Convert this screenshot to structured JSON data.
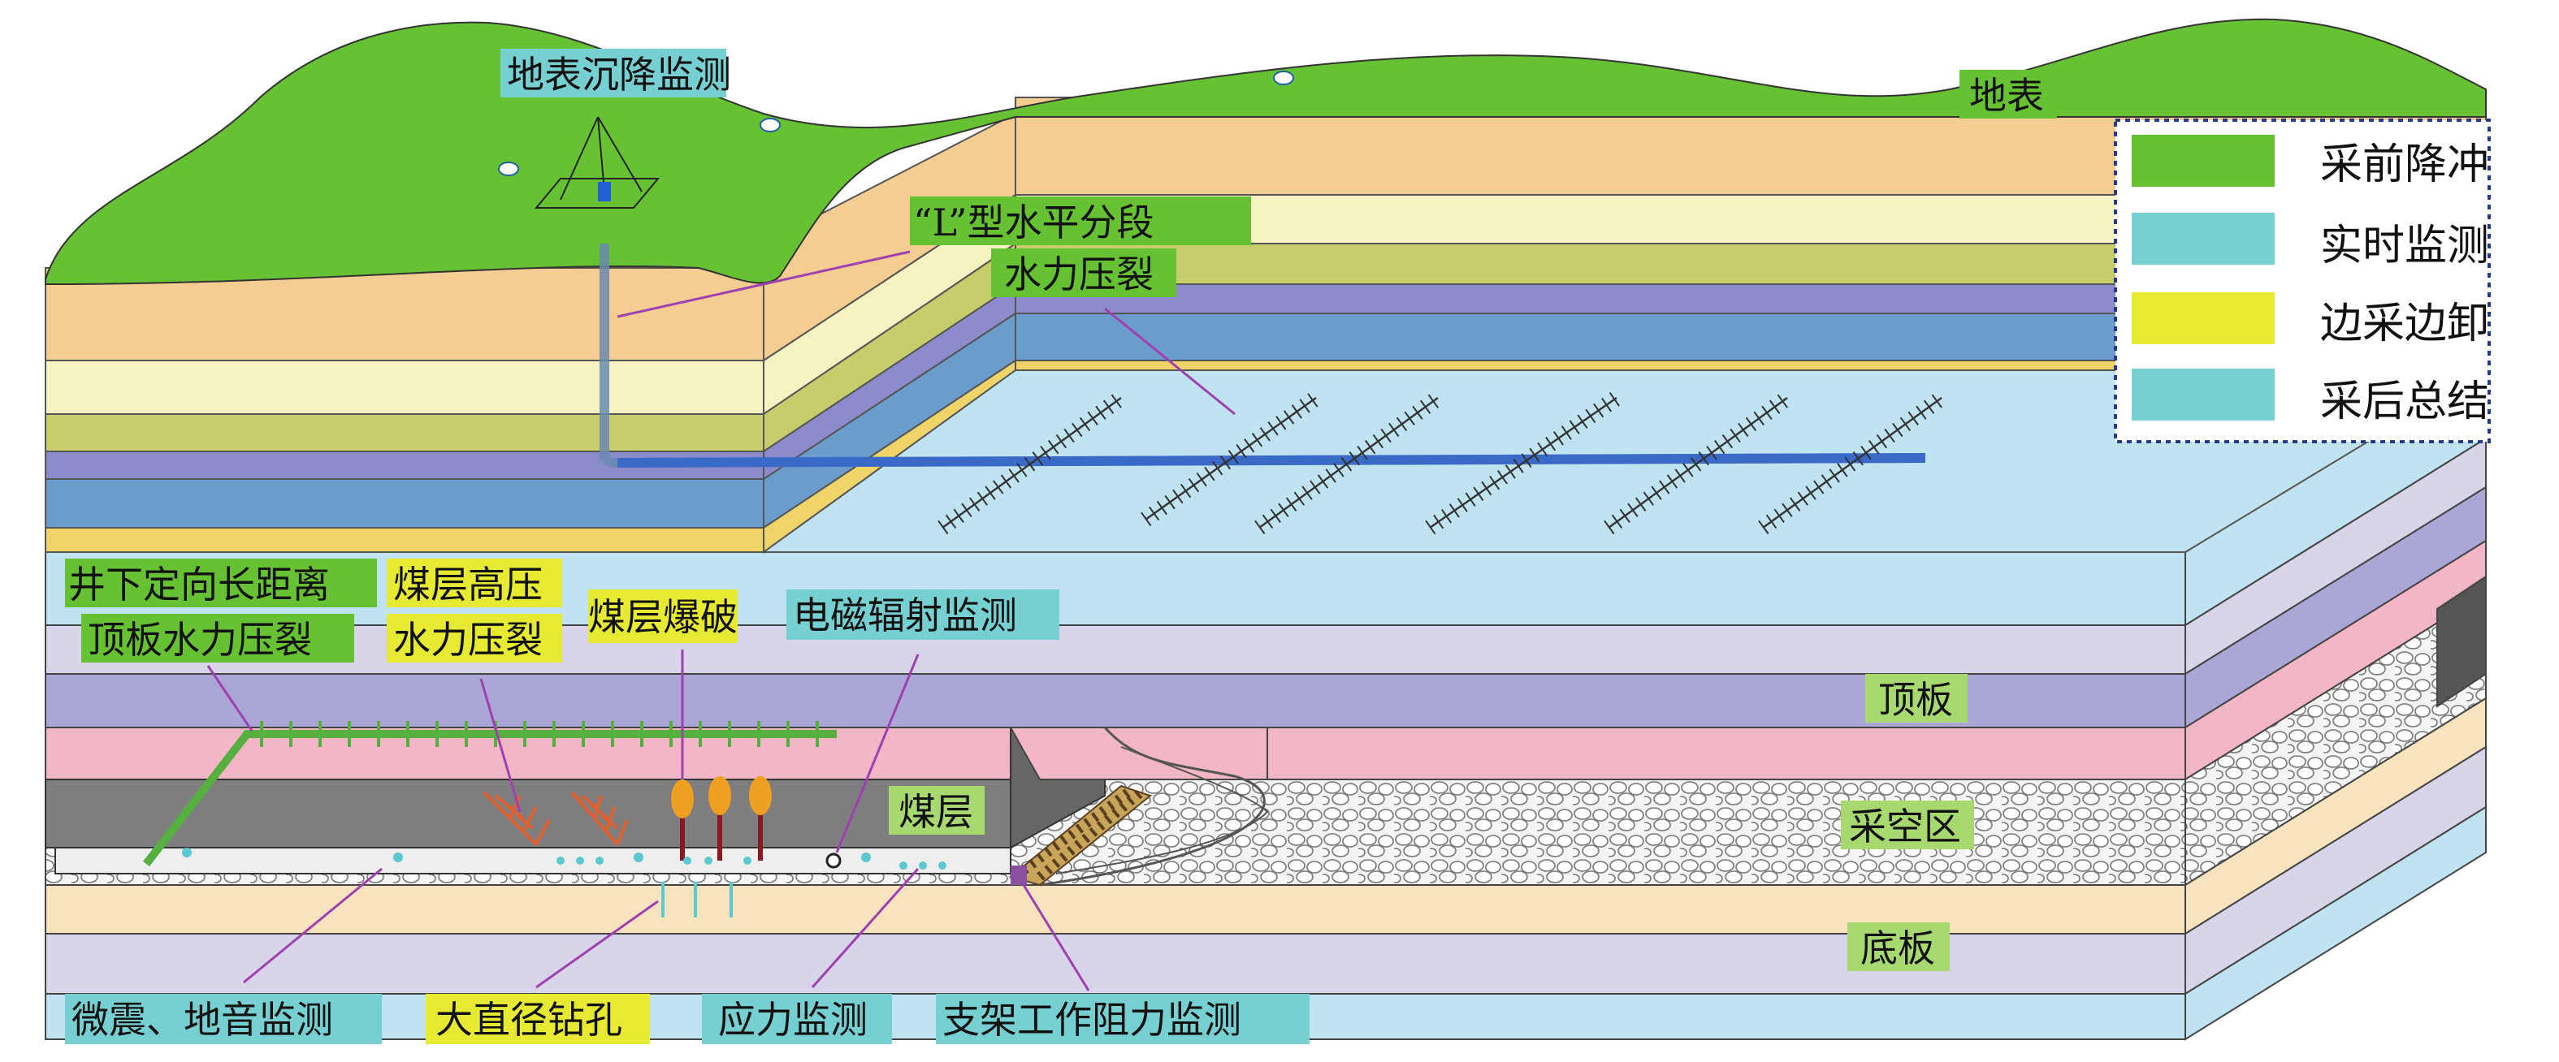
{
  "labels": {
    "surface_subsidence_monitoring": "地表沉降监测",
    "surface": "地表",
    "l_type_horizontal": "“L”型水平分段",
    "hydraulic_fracturing": "水力压裂",
    "underground_directional_1": "井下定向长距离",
    "underground_directional_2": "顶板水力压裂",
    "coal_high_pressure_1": "煤层高压",
    "coal_high_pressure_2": "水力压裂",
    "coal_blasting": "煤层爆破",
    "em_radiation_monitoring": "电磁辐射监测",
    "roof": "顶板",
    "coal_seam": "煤层",
    "goaf": "采空区",
    "floor": "底板",
    "microseismic_monitoring": "微震、地音监测",
    "large_diameter_drilling": "大直径钻孔",
    "stress_monitoring": "应力监测",
    "support_resistance_monitoring": "支架工作阻力监测"
  },
  "legend": [
    {
      "label": "采前降冲",
      "color": "#66c232"
    },
    {
      "label": "实时监测",
      "color": "#76d0d2"
    },
    {
      "label": "边采边卸",
      "color": "#e6ea32"
    },
    {
      "label": "采后总结",
      "color": "#76d0d2"
    }
  ],
  "colors": {
    "green": "#66c232",
    "cyan": "#76d0d2",
    "yellow": "#e6ea32",
    "leader": "#a040b0"
  }
}
